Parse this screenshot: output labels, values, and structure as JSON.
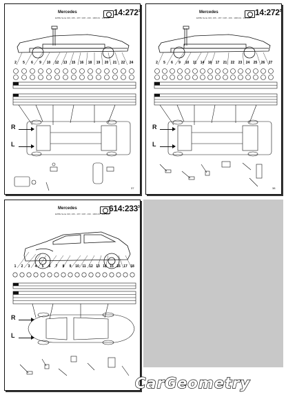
{
  "pages": [
    {
      "title": "Mercedes",
      "subtitle": "EWBs Serie 016, 166 / 167 / 168 / 169 / 100 / 101 / 102 / 103 / 104 / 105 / 106 / 107 / 108 / 109 / 110 / 111 / 112 / 113 / 114",
      "ref": "14:272",
      "ref_sup": "1",
      "page_number": "37",
      "side_r": "R",
      "side_l": "L"
    },
    {
      "title": "Mercedes",
      "subtitle": "EWBs Serie 016, 166 / 167 / 168 / 169 / 100 / 101 / 102 / 103 / 104 / 105 / 106 / 107 / 108 / 109 / 110 / 111 / 112 / 113 / 114",
      "ref": "14:272",
      "ref_sup": "2",
      "page_number": "38",
      "side_r": "R",
      "side_l": "L"
    },
    {
      "title": "Mercedes",
      "subtitle": "EWBs Serie 016, 166 / 167 / 168 / 169 / 100 / 101 / 102 / 103 / 104 / 105 / 106 / 107 / 108 / 109 / 110 / 111 / 112 / 113 / 114",
      "ref": "614:233",
      "ref_sup": "3",
      "page_number": "",
      "side_r": "R",
      "side_l": "L"
    }
  ],
  "page1_callouts": [
    "2",
    "5",
    "6",
    "9",
    "10",
    "12",
    "13",
    "15",
    "16",
    "18",
    "19",
    "20",
    "21",
    "22",
    "24"
  ],
  "page2_callouts": [
    "2",
    "5",
    "6",
    "9",
    "10",
    "11",
    "14",
    "16",
    "17",
    "21",
    "22",
    "23",
    "24",
    "25",
    "26",
    "27"
  ],
  "page3_callouts": [
    "1",
    "2",
    "3",
    "4",
    "5",
    "6",
    "7",
    "8",
    "9",
    "10",
    "11",
    "12",
    "13",
    "14",
    "15",
    "16",
    "17",
    "18"
  ],
  "logo": {
    "text": "CarGeometry"
  }
}
